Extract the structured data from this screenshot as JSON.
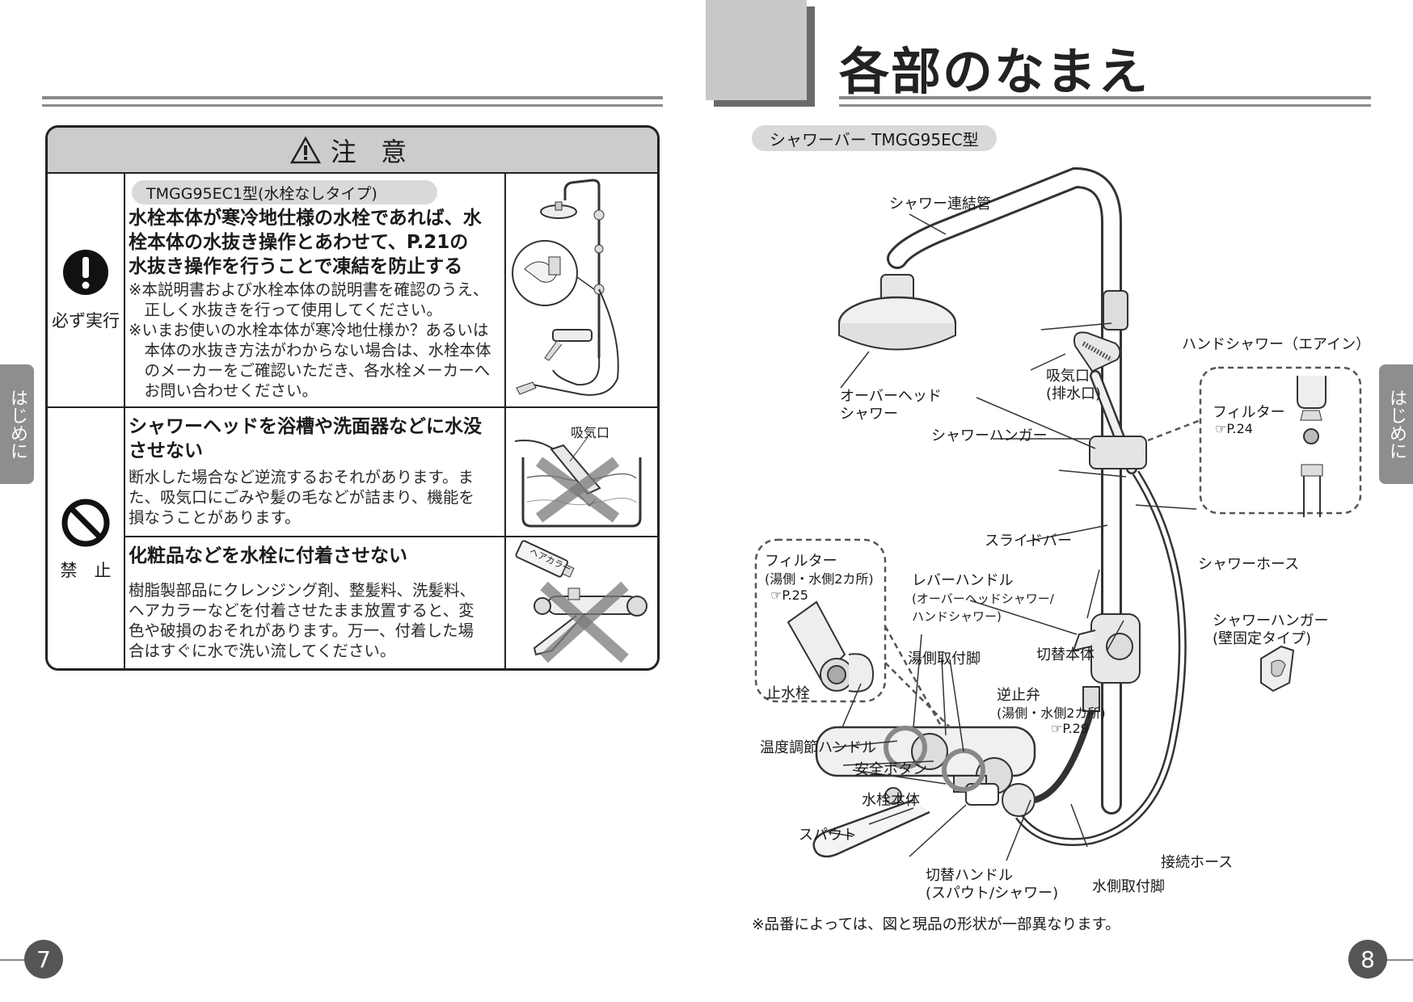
{
  "side_tab_label": "はじめに",
  "left_page": {
    "page_number": "7",
    "caution": {
      "header_symbol": "⚠",
      "header_label": "注 意",
      "rows": [
        {
          "icon": "exclamation-circle-icon",
          "category": "必ず実行",
          "model_pill": "TMGG95EC1型(水栓なしタイプ)",
          "heading_lines": [
            "水栓本体が寒冷地仕様の水栓であれば、水",
            "栓本体の水抜き操作とあわせて、P.21の",
            "水抜き操作を行うことで凍結を防止する"
          ],
          "notes": [
            "※本説明書および水栓本体の説明書を確認のうえ、",
            "　正しく水抜きを行って使用してください。",
            "※いまお使いの水栓本体が寒冷地仕様か？あるいは",
            "　本体の水抜き方法がわからない場合は、水栓本体",
            "　のメーカーをご確認いただき、各水栓メーカーへ",
            "　お問い合わせください。"
          ]
        },
        {
          "icon": "prohibition-icon",
          "category": "禁　止",
          "heading_lines": [
            "シャワーヘッドを浴槽や洗面器などに水没",
            "させない"
          ],
          "body_lines": [
            "断水した場合など逆流するおそれがあります。ま",
            "た、吸気口にごみや髪の毛などが詰まり、機能を",
            "損なうことがあります。"
          ],
          "illustration_label": "吸気口"
        },
        {
          "heading_lines": [
            "化粧品などを水栓に付着させない"
          ],
          "body_lines": [
            "樹脂製部品にクレンジング剤、整髪料、洗髪料、",
            "ヘアカラーなどを付着させたまま放置すると、変",
            "色や破損のおそれがあります。万一、付着した場",
            "合はすぐに水で洗い流してください。"
          ],
          "illustration_label": "ヘアカラー"
        }
      ]
    }
  },
  "right_page": {
    "page_number": "8",
    "title": "各部のなまえ",
    "model_label": "シャワーバー TMGG95EC型",
    "labels": {
      "connecting_pipe": "シャワー連結管",
      "hand_shower": "ハンドシャワー（エアイン）",
      "air_intake": [
        "吸気口",
        "(排水口)"
      ],
      "overhead_shower": [
        "オーバーヘッド",
        "シャワー"
      ],
      "shower_hanger": "シャワーハンガー",
      "filter_hand": "フィルター",
      "filter_hand_ref": "P.24",
      "slide_bar": "スライドバー",
      "shower_hose": "シャワーホース",
      "filter_inlet": [
        "フィルター",
        "(湯側・水側2カ所)"
      ],
      "filter_inlet_ref": "P.25",
      "lever_handle": "レバーハンドル",
      "lever_handle_sub": [
        "(オーバーヘッドシャワー/",
        "ハンドシャワー)"
      ],
      "switch_body": "切替本体",
      "hot_side_leg": "湯側取付脚",
      "stop_valve": "止水栓",
      "check_valve": [
        "逆止弁",
        "(湯側・水側2カ所)"
      ],
      "check_valve_ref": "P.29",
      "temp_handle": "温度調節ハンドル",
      "safety_button": "安全ボタン",
      "faucet_body": "水栓本体",
      "spout": "スパウト",
      "wall_hanger": [
        "シャワーハンガー",
        "(壁固定タイプ)"
      ],
      "connection_hose": "接続ホース",
      "switch_handle": [
        "切替ハンドル",
        "(スパウト/シャワー)"
      ],
      "cold_side_leg": "水側取付脚"
    },
    "footnote": "※品番によっては、図と現品の形状が一部異なります。"
  }
}
